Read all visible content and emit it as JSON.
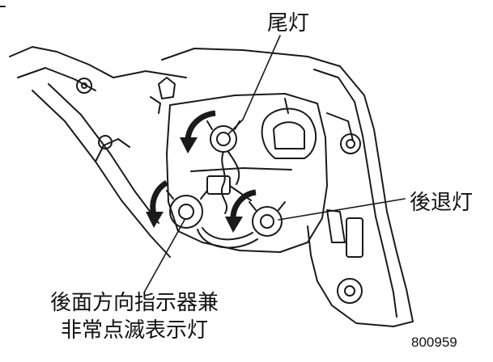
{
  "labels": {
    "tail_light": "尾灯",
    "reverse_light": "後退灯",
    "turn_signal_line1": "後面方向指示器兼",
    "turn_signal_line2": "非常点滅表示灯",
    "figure_code": "800959"
  },
  "icons": [
    "rotation-arrow-icon",
    "bulb-socket-icon",
    "leader-line"
  ]
}
